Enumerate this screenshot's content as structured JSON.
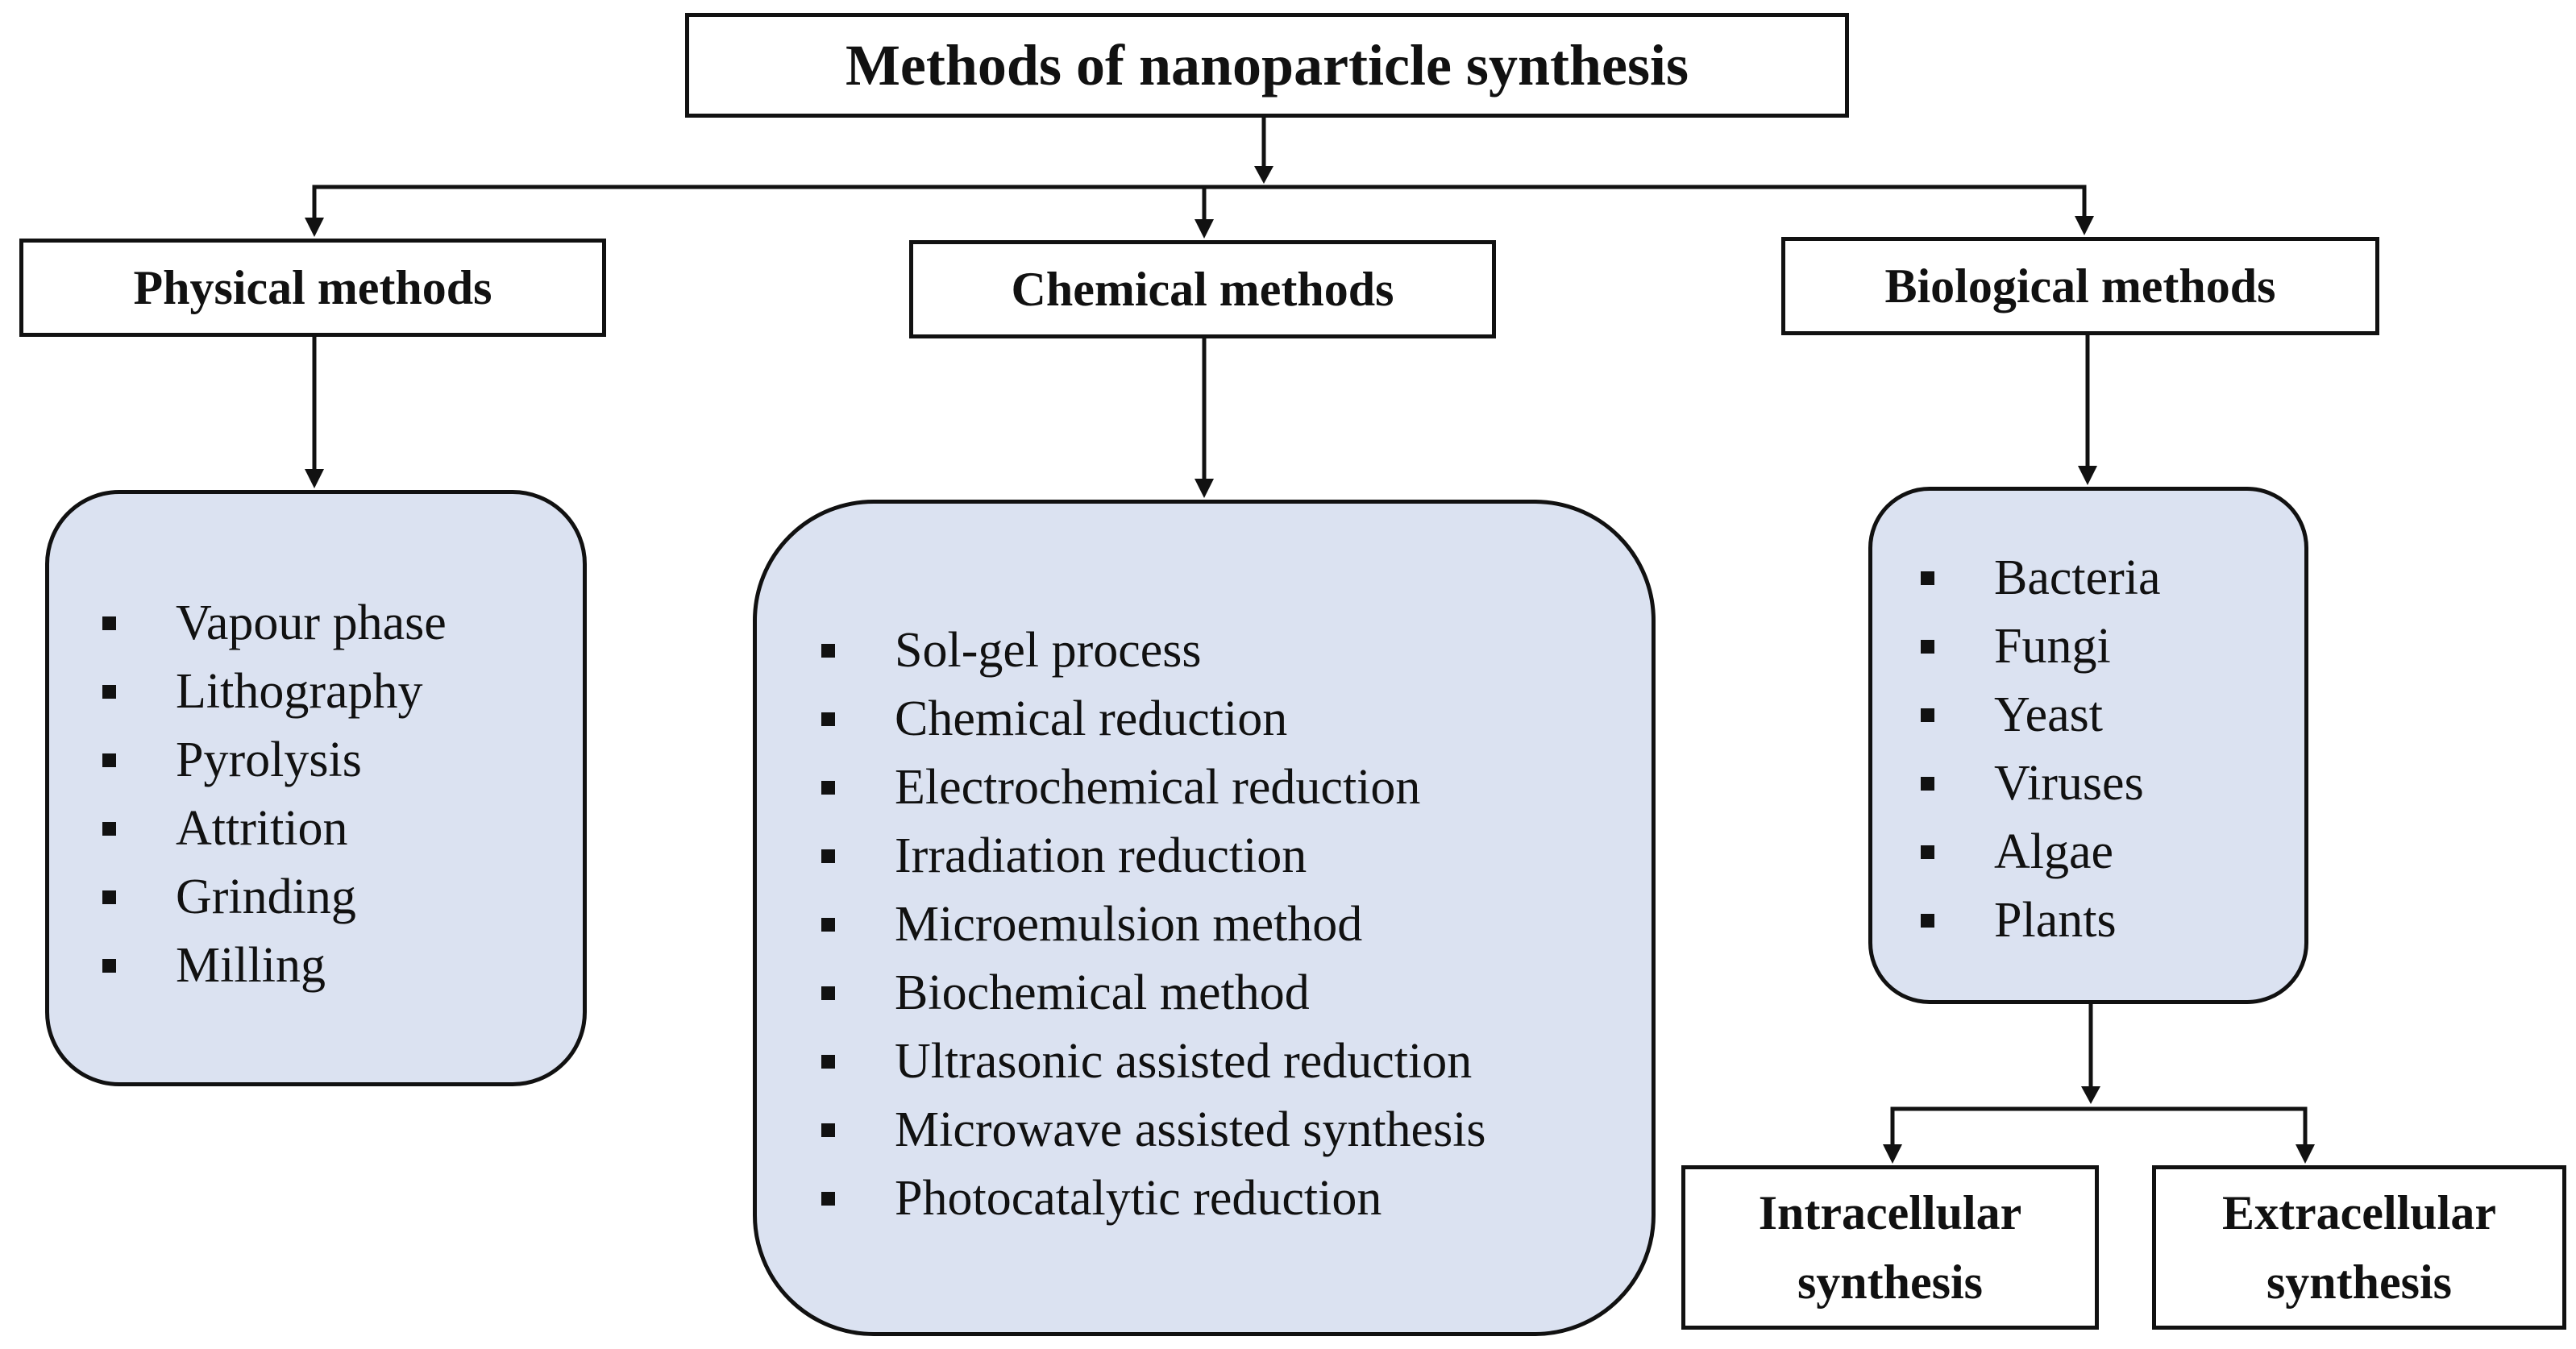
{
  "root": {
    "title": "Methods of nanoparticle synthesis"
  },
  "categories": [
    {
      "label": "Physical methods",
      "items": [
        "Vapour phase",
        "Lithography",
        "Pyrolysis",
        "Attrition",
        "Grinding",
        "Milling"
      ]
    },
    {
      "label": "Chemical methods",
      "items": [
        "Sol-gel process",
        "Chemical reduction",
        "Electrochemical reduction",
        "Irradiation reduction",
        "Microemulsion method",
        "Biochemical method",
        "Ultrasonic assisted reduction",
        "Microwave assisted synthesis",
        "Photocatalytic reduction"
      ]
    },
    {
      "label": "Biological methods",
      "items": [
        "Bacteria",
        "Fungi",
        "Yeast",
        "Viruses",
        "Algae",
        "Plants"
      ]
    }
  ],
  "biological_outcomes": [
    {
      "line1": "Intracellular",
      "line2": "synthesis"
    },
    {
      "line1": "Extracellular",
      "line2": "synthesis"
    }
  ],
  "colors": {
    "list_fill": "#dbe2f1",
    "stroke": "#111111"
  }
}
